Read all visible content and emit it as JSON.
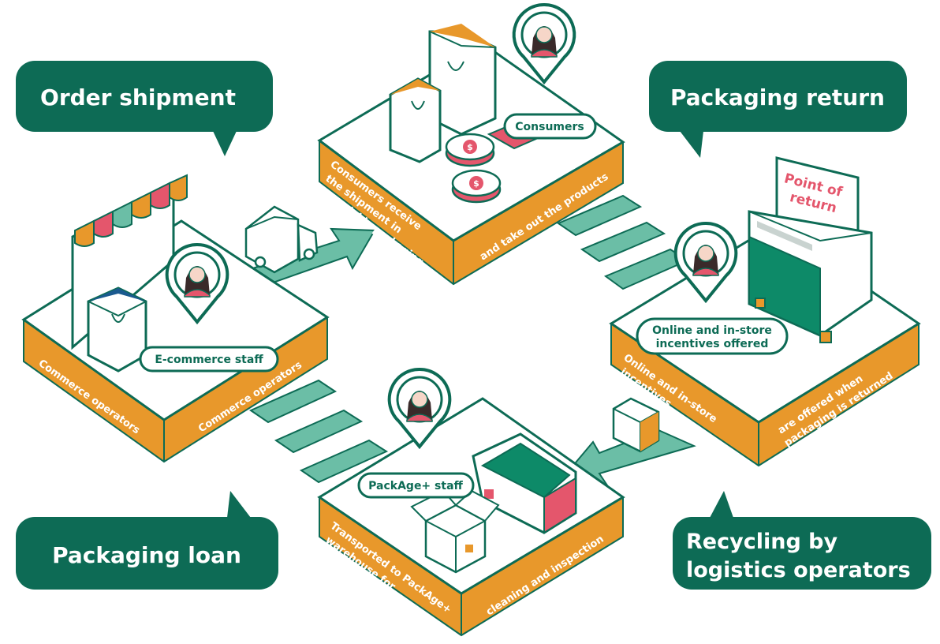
{
  "colors": {
    "green_dark": "#0d6b55",
    "green_light": "#6bbea6",
    "orange": "#e8982b",
    "orange_dark": "#c97e1c",
    "platform_top": "#ffffff",
    "platform_stroke": "#0d6b55",
    "pink": "#e4566c",
    "skin": "#f6d6c8"
  },
  "bubbles": {
    "order_shipment": "Order shipment",
    "packaging_return": "Packaging return",
    "packaging_loan": "Packaging loan",
    "recycling_line1": "Recycling by",
    "recycling_line2": "logistics operators"
  },
  "pills": {
    "consumers": "Consumers",
    "ecommerce_staff": "E-commerce staff",
    "online_line1": "Online and in-store",
    "online_line2": "incentives offered",
    "package_staff": "PackAge+ staff"
  },
  "sign": {
    "line1": "Point of",
    "line2": "return"
  },
  "platform_labels": {
    "commerce_left": "Commerce operators",
    "commerce_right": "Commerce operators",
    "consumers_left_1": "Consumers receive",
    "consumers_left_2": "the shipment in",
    "consumers_left_3": "recyclable packaging",
    "consumers_right": "and take out the products",
    "return_left_1": "Online and in-store",
    "return_left_2": "incentives",
    "return_right_1": "are offered when",
    "return_right_2": "packaging is returned",
    "loan_left_1": "Transported to PackAge+",
    "loan_left_2": "warehouse for",
    "loan_right": "cleaning and inspection"
  },
  "icons": [
    "shop-awning-icon",
    "shopping-bag-icon",
    "delivery-truck-icon",
    "coin-icon",
    "card-icon",
    "person-pin-icon",
    "return-kiosk-icon",
    "cardboard-box-icon",
    "flow-arrow-icon"
  ]
}
